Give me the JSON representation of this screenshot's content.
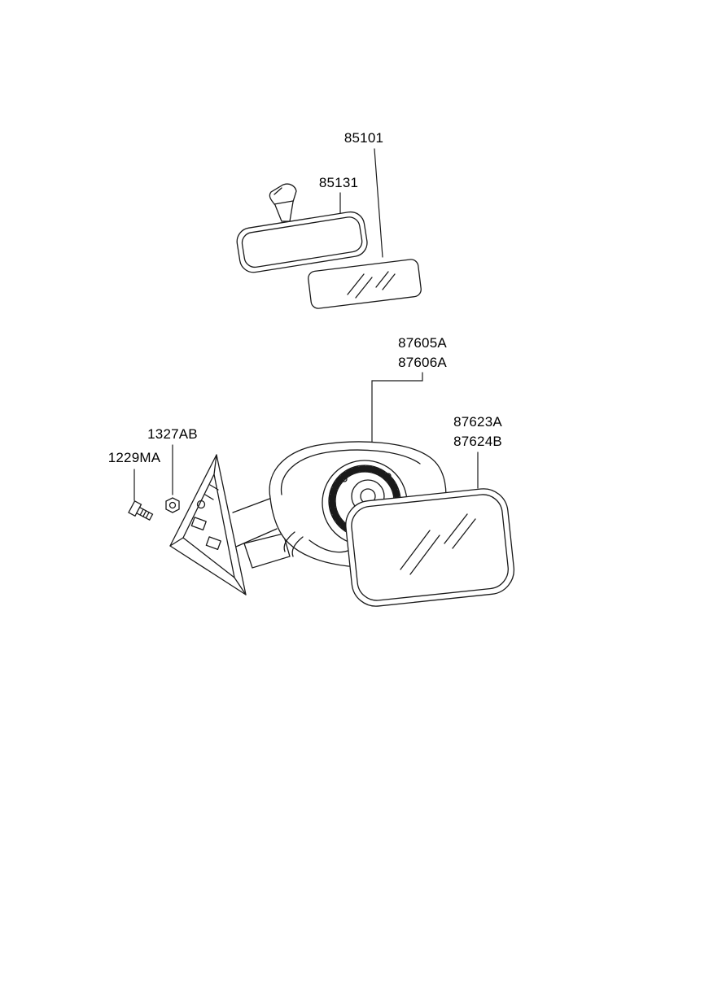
{
  "page": {
    "background": "#ffffff",
    "line_color": "#1a1a1a"
  },
  "parts": {
    "inside_mirror": {
      "assembly": "85101",
      "glass": "85131"
    },
    "outside_mirror": {
      "assembly_line1": "87605A",
      "assembly_line2": "87606A",
      "glass_line1": "87623A",
      "glass_line2": "87624B",
      "nut": "1327AB",
      "bolt": "1229MA"
    }
  }
}
